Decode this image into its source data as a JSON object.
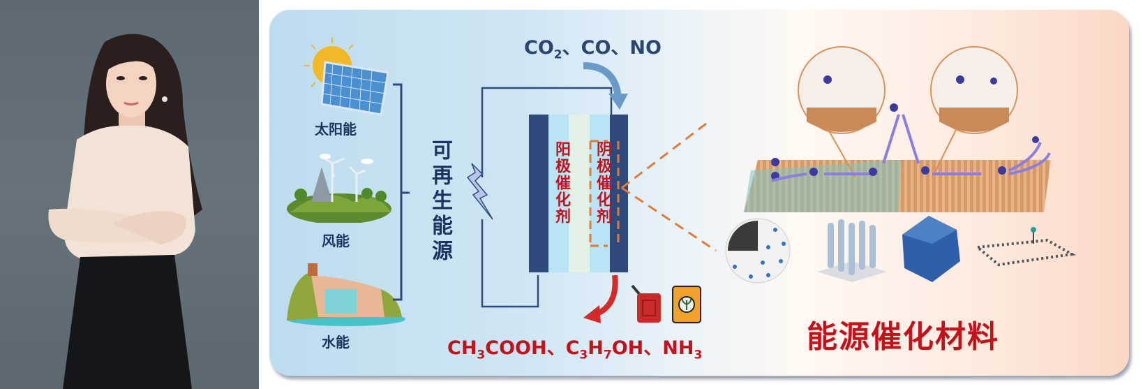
{
  "portrait": {
    "subject": "person-portrait-photo",
    "background_color": "#5f6c74",
    "blouse_color": "#f3e3d6",
    "skirt_color": "#15161a"
  },
  "panel": {
    "left_colors": "#bcdcef",
    "right_colors": "#fad7c4"
  },
  "energy_sources": [
    {
      "label": "太阳能",
      "icon": "solar-panel-icon"
    },
    {
      "label": "风能",
      "icon": "wind-turbine-icon"
    },
    {
      "label": "水能",
      "icon": "hydro-dam-icon"
    }
  ],
  "renewable_label": "可再生能源",
  "reactants": {
    "parts": [
      "CO",
      "2",
      "、CO、NO"
    ]
  },
  "cell": {
    "anode_label": "阳极催化剂",
    "cathode_label": "阴极催化剂",
    "layer_colors": {
      "electrode": "#2e4a7d",
      "catalyst": "#b8e4f5",
      "membrane": "#e3f0e6"
    }
  },
  "products": {
    "parts": [
      {
        "t": "CH"
      },
      {
        "s": "3"
      },
      {
        "t": "COOH、C"
      },
      {
        "s": "3"
      },
      {
        "t": "H"
      },
      {
        "s": "7"
      },
      {
        "t": "OH、NH"
      },
      {
        "s": "3"
      }
    ],
    "icons": [
      "fuel-can-icon",
      "fertilizer-bag-icon"
    ]
  },
  "materials": {
    "title": "能源催化材料",
    "structures": [
      "core-shell-sphere",
      "nanorod-array",
      "nanocrystal",
      "single-atom-graphene-sheet"
    ]
  },
  "colors": {
    "navy": "#1d3461",
    "red": "#c3121b",
    "orange_dash": "#e07b39",
    "arrow_blue": "#6a9bc8",
    "arrow_red": "#d42a2a"
  }
}
